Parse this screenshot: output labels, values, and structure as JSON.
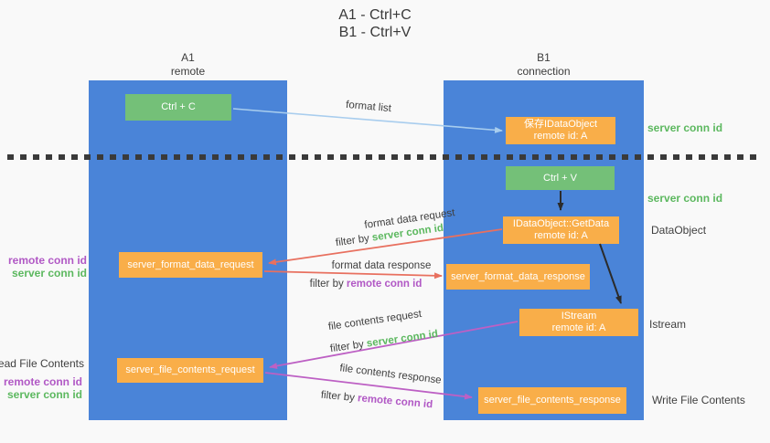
{
  "title": {
    "line1": "A1 - Ctrl+C",
    "line2": "B1 - Ctrl+V"
  },
  "lanes": {
    "a": {
      "name": "A1",
      "subtitle": "remote"
    },
    "b": {
      "name": "B1",
      "subtitle": "connection"
    }
  },
  "nodes": {
    "ctrl_c": "Ctrl + C",
    "save_idataobject_line1": "保存IDataObject",
    "save_idataobject_line2": "remote id: A",
    "ctrl_v": "Ctrl + V",
    "getdata_line1": "IDataObject::GetData",
    "getdata_line2": "remote id: A",
    "format_request": "server_format_data_request",
    "format_response": "server_format_data_response",
    "istream_line1": "IStream",
    "istream_line2": "remote id: A",
    "file_request": "server_file_contents_request",
    "file_response": "server_file_contents_response"
  },
  "edges": {
    "format_list": "format list",
    "format_data_request": "format data request",
    "format_data_response": "format data response",
    "file_contents_request": "file contents request",
    "file_contents_response": "file contents response",
    "filter_by": "filter by ",
    "server_conn_id": "server conn id",
    "remote_conn_id": "remote conn id"
  },
  "annotations": {
    "right": {
      "server_conn_id_top": "server conn id",
      "server_conn_id_mid": "server conn id",
      "dataobject": "DataObject",
      "istream": "Istream",
      "write_file_contents": "Write File Contents"
    },
    "left": {
      "remote_conn_id_1": "remote conn id",
      "server_conn_id_1": "server conn id",
      "read_file_contents": "Read File Contents",
      "remote_conn_id_2": "remote conn id",
      "server_conn_id_2": "server conn id"
    }
  },
  "colors": {
    "lane": "#4a84d8",
    "green_box": "#74c078",
    "orange_box": "#f9ae49",
    "arrow_blue": "#a8cdee",
    "arrow_red": "#e8705f",
    "arrow_magenta": "#bd60c4",
    "arrow_black": "#2b2b2b",
    "text_green": "#5cb85f",
    "text_purple": "#b158c5",
    "text_dark": "#3f3f3f",
    "background": "#f9f9f9"
  }
}
